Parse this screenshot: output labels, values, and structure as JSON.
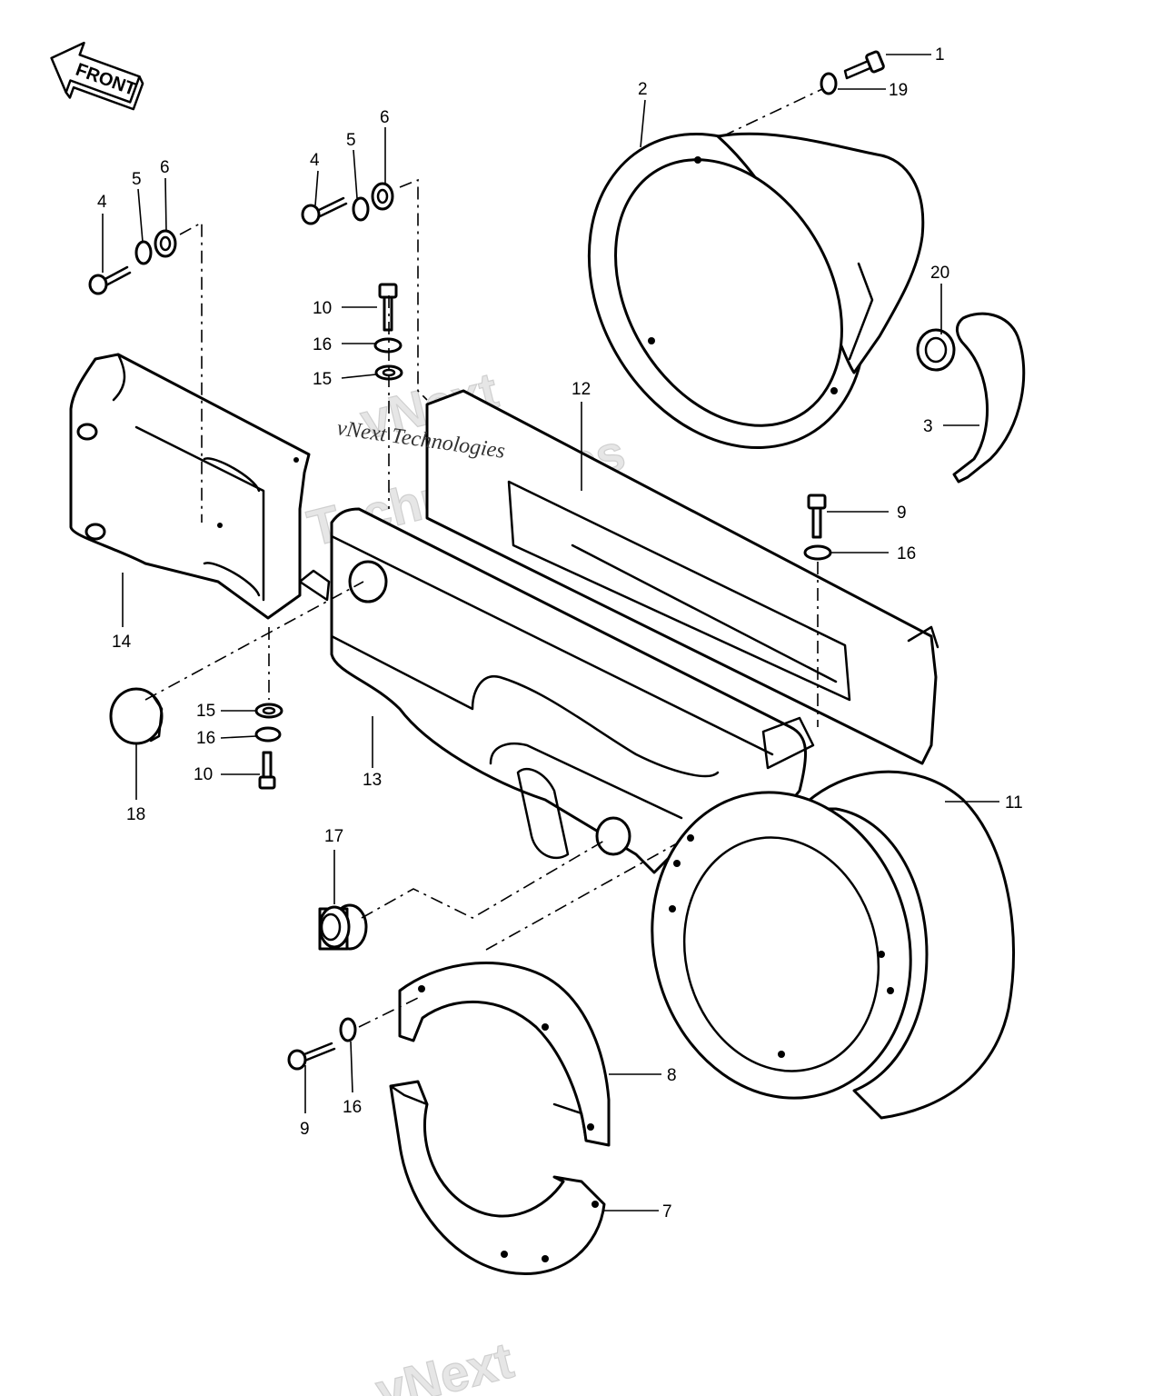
{
  "front_label": "FRONT",
  "watermark": {
    "line1": "vNext",
    "line2": "Technologies",
    "caption": "vNext Technologies",
    "bottom": "vNext"
  },
  "callouts": {
    "p1": "1",
    "p2": "2",
    "p3": "3",
    "p4a": "4",
    "p4b": "4",
    "p5a": "5",
    "p5b": "5",
    "p6a": "6",
    "p6b": "6",
    "p7": "7",
    "p8": "8",
    "p9a": "9",
    "p9b": "9",
    "p10a": "10",
    "p10b": "10",
    "p11": "11",
    "p12": "12",
    "p13": "13",
    "p14": "14",
    "p15a": "15",
    "p15b": "15",
    "p16a": "16",
    "p16b": "16",
    "p16c": "16",
    "p16d": "16",
    "p17": "17",
    "p18": "18",
    "p19": "19",
    "p20": "20"
  }
}
